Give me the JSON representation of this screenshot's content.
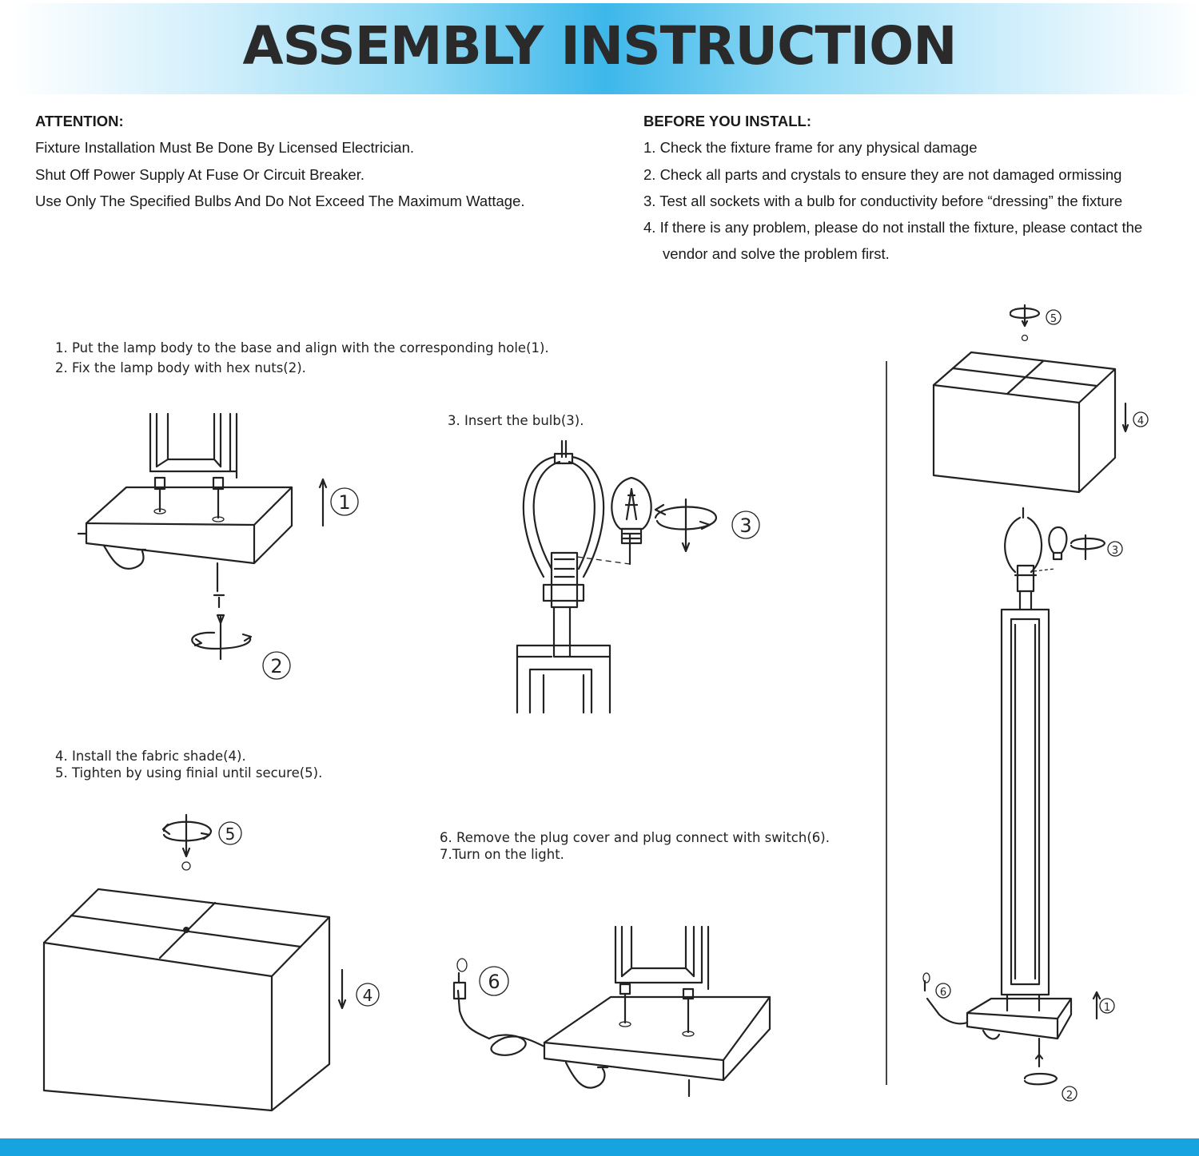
{
  "header": {
    "title": "ASSEMBLY INSTRUCTION"
  },
  "attention": {
    "heading": "ATTENTION:",
    "lines": [
      "Fixture Installation Must Be Done By Licensed Electrician.",
      "Shut Off Power Supply At Fuse Or Circuit Breaker.",
      "Use Only The Specified Bulbs And Do Not Exceed The Maximum Wattage."
    ]
  },
  "before_install": {
    "heading": "BEFORE YOU INSTALL:",
    "lines": [
      "1. Check the fixture frame for any physical damage",
      "2. Check all parts and crystals to ensure they are not damaged ormissing",
      "3. Test all sockets with a bulb for conductivity before “dressing” the fixture",
      "4. If there is any problem, please do not install the fixture, please contact the",
      "vendor and solve the problem first."
    ]
  },
  "steps": {
    "s1": "1. Put the lamp body to the base and align with the corresponding hole(1).",
    "s2": "2. Fix the lamp body with hex nuts(2).",
    "s3": "3. Insert the bulb(3).",
    "s4": "4. Install the fabric shade(4).",
    "s5": "5. Tighten by using finial until secure(5).",
    "s6": "6. Remove the plug cover and plug connect with switch(6).",
    "s7": "7.Turn on the light."
  },
  "callouts": {
    "c1": "1",
    "c2": "2",
    "c3": "3",
    "c4": "4",
    "c5": "5",
    "c6": "6"
  },
  "colors": {
    "banner_accent": "#3db7ea",
    "footer_bar": "#16a3df",
    "line_art": "#222222"
  }
}
